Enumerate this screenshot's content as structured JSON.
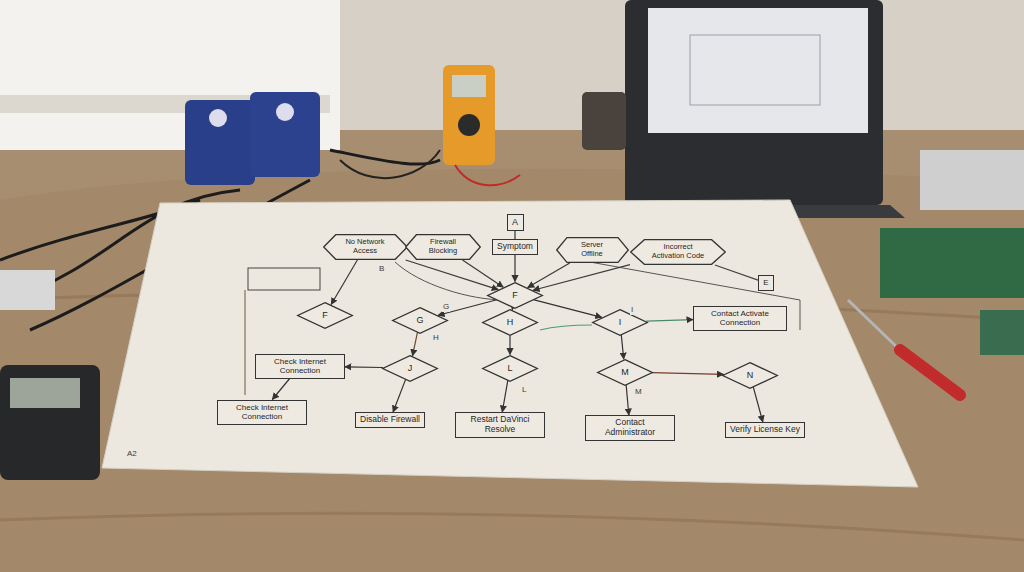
{
  "diagram": {
    "nodes": [
      {
        "text": [
          "A"
        ]
      },
      {
        "text": [
          "No Network Access"
        ]
      },
      {
        "text": [
          "Firewall Blocking"
        ]
      },
      {
        "text": [
          "Symptom"
        ]
      },
      {
        "text": [
          "Server Offline"
        ]
      },
      {
        "text": [
          "Incorrect Activation Code"
        ]
      },
      {
        "text": [
          "E"
        ]
      },
      {
        "text": [
          "F"
        ]
      },
      {
        "text": [
          "F"
        ]
      },
      {
        "text": [
          "G"
        ]
      },
      {
        "text": [
          "H"
        ]
      },
      {
        "text": [
          "I"
        ]
      },
      {
        "text": [
          "Contact Activate Connection"
        ]
      },
      {
        "text": [
          "Check Internet Connection"
        ]
      },
      {
        "text": [
          "J"
        ]
      },
      {
        "text": [
          "L"
        ]
      },
      {
        "text": [
          "M"
        ]
      },
      {
        "text": [
          "N"
        ]
      },
      {
        "text": [
          "Check Internet Connection"
        ]
      },
      {
        "text": [
          "Disable Firewall"
        ]
      },
      {
        "text": [
          "Restart DaVinci Resolve"
        ]
      },
      {
        "text": [
          "Contact Administrator"
        ]
      },
      {
        "text": [
          "Verify License Key"
        ]
      }
    ],
    "edges": [
      {
        "from": 0,
        "to": 3,
        "arrow": "none"
      },
      {
        "from": 3,
        "to": 7,
        "arrow": "to"
      },
      {
        "from": 1,
        "to": 7,
        "arrow": "to"
      },
      {
        "from": 2,
        "to": 7,
        "arrow": "to"
      },
      {
        "from": 4,
        "to": 7,
        "arrow": "to"
      },
      {
        "from": 5,
        "to": 7,
        "arrow": "to"
      },
      {
        "from": 5,
        "to": 6,
        "arrow": "none"
      },
      {
        "from": 1,
        "to": 8,
        "arrow": "to"
      },
      {
        "from": 7,
        "to": 9,
        "arrow": "to"
      },
      {
        "from": 7,
        "to": 10,
        "arrow": "to"
      },
      {
        "from": 7,
        "to": 11,
        "arrow": "to"
      },
      {
        "from": 11,
        "to": 12,
        "arrow": "to"
      },
      {
        "from": 9,
        "to": 14,
        "arrow": "to"
      },
      {
        "from": 10,
        "to": 15,
        "arrow": "to"
      },
      {
        "from": 11,
        "to": 16,
        "arrow": "to"
      },
      {
        "from": 14,
        "to": 13,
        "arrow": "to"
      },
      {
        "from": 13,
        "to": 18,
        "arrow": "to"
      },
      {
        "from": 14,
        "to": 19,
        "arrow": "to"
      },
      {
        "from": 15,
        "to": 20,
        "arrow": "to"
      },
      {
        "from": 16,
        "to": 17,
        "arrow": "to"
      },
      {
        "from": 16,
        "to": 21,
        "arrow": "to"
      },
      {
        "from": 17,
        "to": 22,
        "arrow": "to"
      }
    ],
    "labels": [
      "B",
      "G",
      "I",
      "H",
      "L",
      "M",
      "A2"
    ]
  }
}
